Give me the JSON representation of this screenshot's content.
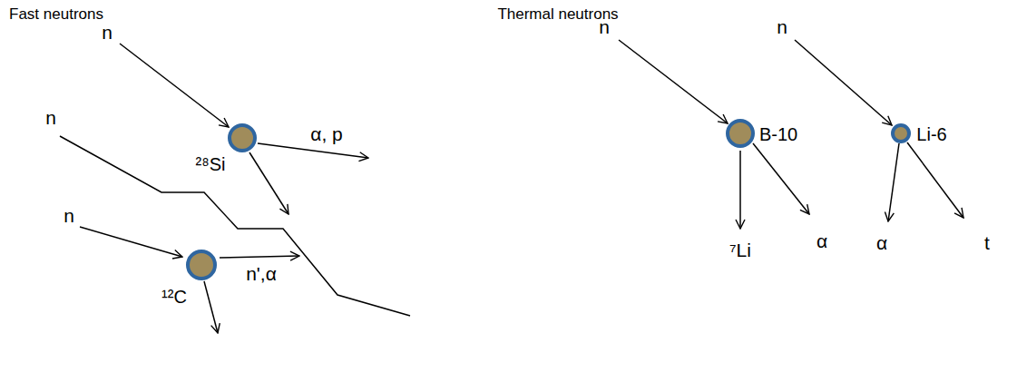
{
  "diagram": {
    "nodes": [
      {
        "text": [
          "Fast neutrons"
        ]
      },
      {
        "text": [
          "²⁸Si"
        ],
        "in": 0
      },
      {
        "text": [
          "¹²C"
        ],
        "in": 0
      },
      {
        "text": [
          "Thermal neutrons"
        ]
      },
      {
        "text": [
          "B-10"
        ],
        "in": 3
      },
      {
        "text": [
          "Li-6"
        ],
        "in": 3
      }
    ],
    "labels": [
      "n",
      "α, p",
      "n",
      "n",
      "n',α",
      "n",
      "n",
      "⁷Li",
      "α",
      "α",
      "t"
    ]
  }
}
